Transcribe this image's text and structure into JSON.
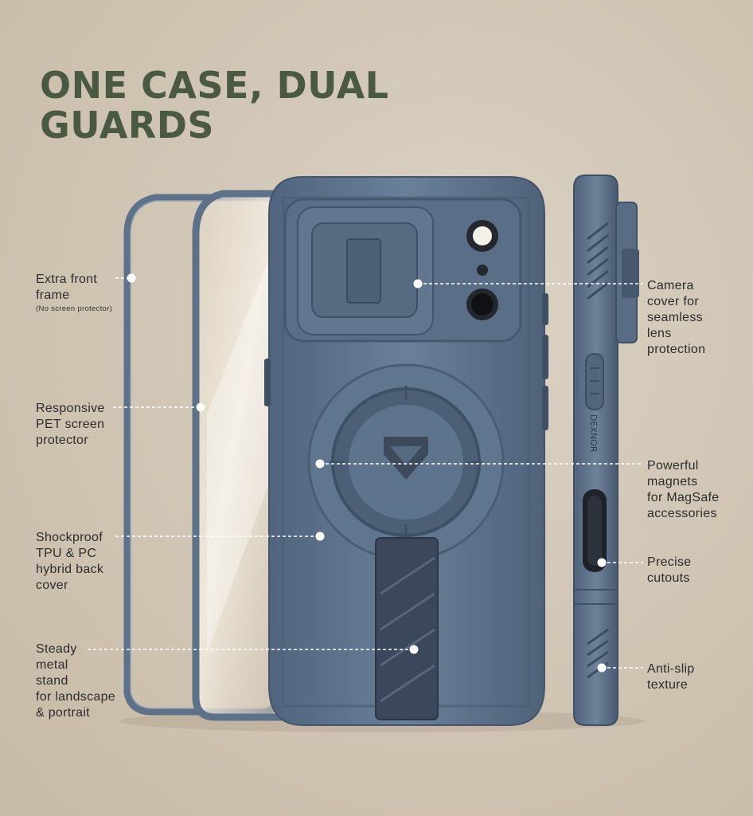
{
  "title": {
    "line1": "ONE CASE, DUAL",
    "line2": "GUARDS"
  },
  "colors": {
    "title": "#4a5a42",
    "case": "#5f7590",
    "background": "#d2c7b6",
    "stand": "#3b475a"
  },
  "brand_mark": "DEXNOR",
  "callouts": {
    "front_frame": {
      "line1": "Extra front",
      "line2": "frame",
      "note": "(No screen protector)"
    },
    "pet_protector": {
      "line1": "Responsive",
      "line2": "PET screen",
      "line3": "protector"
    },
    "back_cover": {
      "line1": "Shockproof",
      "line2": "TPU & PC",
      "line3": "hybrid back",
      "line4": "cover"
    },
    "stand": {
      "line1": "Steady",
      "line2": "metal",
      "line3": "stand",
      "line4": "for landscape",
      "line5": "& portrait"
    },
    "camera_cover": {
      "line1": "Camera",
      "line2": "cover for",
      "line3": "seamless",
      "line4": "lens",
      "line5": "protection"
    },
    "magnets": {
      "line1": "Powerful",
      "line2": "magnets",
      "line3": "for MagSafe",
      "line4": "accessories"
    },
    "cutouts": {
      "line1": "Precise",
      "line2": "cutouts"
    },
    "anti_slip": {
      "line1": "Anti-slip",
      "line2": "texture"
    }
  }
}
